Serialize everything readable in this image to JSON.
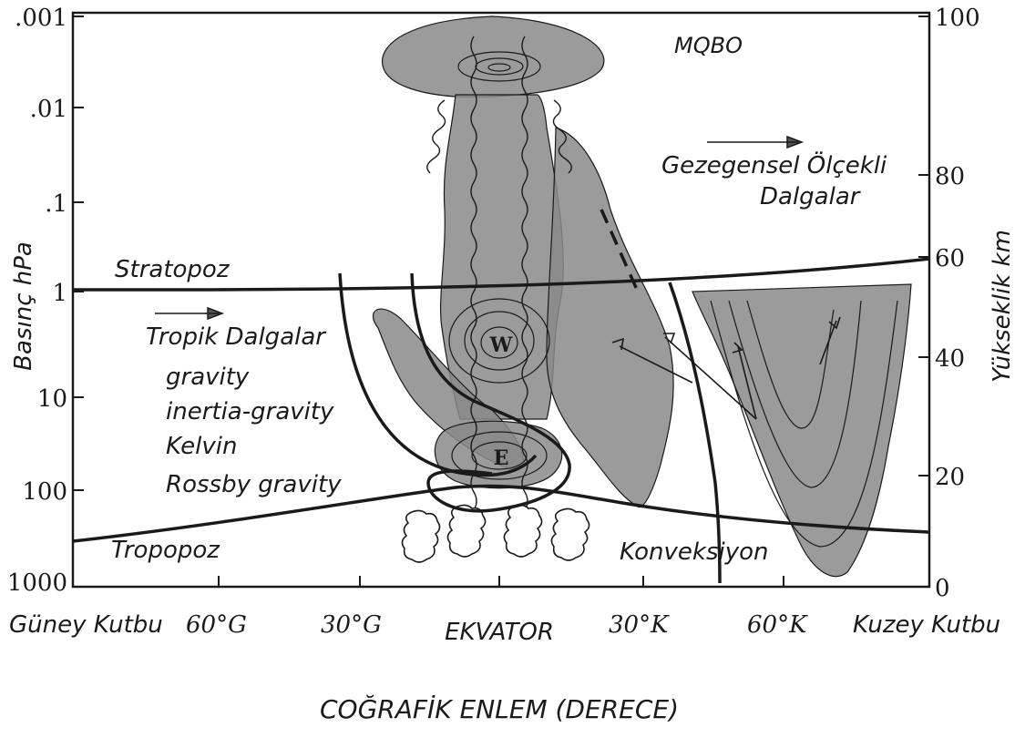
{
  "left_axis": {
    "label": "Basınç hPa",
    "ticks": [
      ".001",
      ".01",
      ".1",
      "1",
      "10",
      "100",
      "1000"
    ]
  },
  "right_axis": {
    "label": "Yükseklik km",
    "ticks": [
      "100",
      "80",
      "60",
      "40",
      "20",
      "0"
    ]
  },
  "bottom_axis": {
    "ticks": [
      "Güney Kutbu",
      "60°G",
      "30°G",
      "EKVATOR",
      "30°K",
      "60°K",
      "Kuzey Kutbu"
    ],
    "title": "COĞRAFİK ENLEM (DERECE)"
  },
  "labels": {
    "mqbo": "MQBO",
    "planetary_1": "Gezegensel Ölçekli",
    "planetary_2": "Dalgalar",
    "stratopause": "Stratopoz",
    "tropical_waves": "Tropik Dalgalar",
    "wave_types": [
      "gravity",
      "inertia-gravity",
      "Kelvin",
      "Rossby gravity"
    ],
    "tropopause": "Tropopoz",
    "convection": "Konveksiyon",
    "west_marker": "W",
    "east_marker": "E"
  },
  "colors": {
    "shade": "#8a8a8a",
    "line": "#1a1a1a",
    "background": "#ffffff"
  }
}
